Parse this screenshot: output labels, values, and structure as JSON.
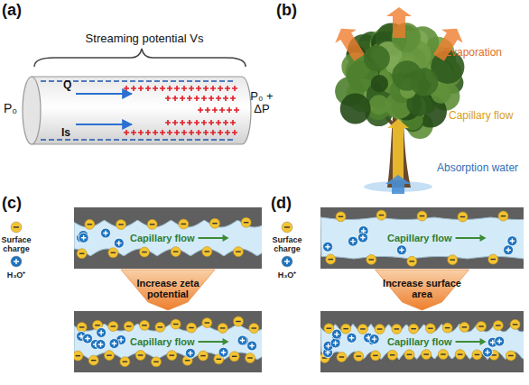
{
  "diagram": {
    "nodes": [
      {
        "text": [
          "Capillary flow"
        ]
      },
      {
        "text": [
          "Capillary flow"
        ]
      },
      {
        "text": [
          "Capillary flow"
        ]
      },
      {
        "text": [
          "Capillary flow"
        ]
      }
    ],
    "edges": [
      {
        "from": 0,
        "to": 1,
        "arrow": "to",
        "label": "Increase zeta potential"
      },
      {
        "from": 2,
        "to": 3,
        "arrow": "to",
        "label": "Increase surface area"
      }
    ],
    "labels": [
      "(a)",
      "Streaming potential Vs",
      "P₀",
      "Q",
      "Is",
      "P₀ + ΔP",
      "(b)",
      "Evaporation",
      "Capillary flow",
      "Absorption water",
      "(c)",
      "(d)"
    ],
    "legend": [
      {
        "text": "Surface charge",
        "color": "#f3c331"
      },
      {
        "text": "H₃O⁺",
        "color": "#1e73be"
      },
      {
        "text": "Surface charge",
        "color": "#f3c331"
      },
      {
        "text": "H₃O⁺",
        "color": "#1e73be"
      }
    ]
  }
}
